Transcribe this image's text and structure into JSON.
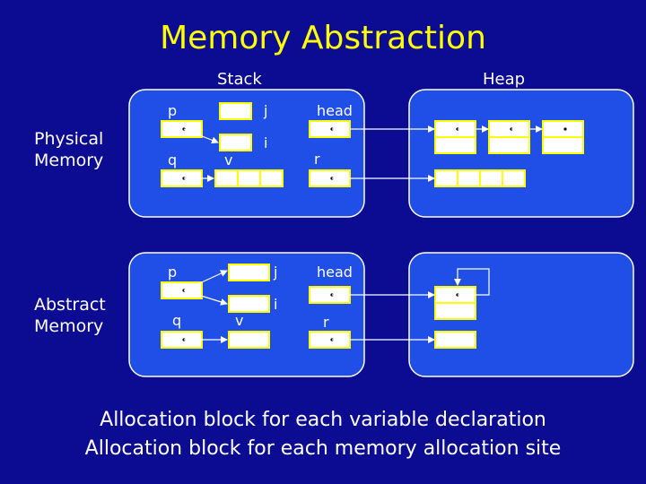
{
  "title": "Memory Abstraction",
  "stack_label": "Stack",
  "heap_label": "Heap",
  "rows": {
    "physical": [
      "Physical",
      "Memory"
    ],
    "abstract": [
      "Abstract",
      "Memory"
    ]
  },
  "variables": {
    "p": "p",
    "q": "q",
    "j": "j",
    "i": "i",
    "v": "v",
    "head": "head",
    "r": "r"
  },
  "footer": [
    "Allocation block for each variable declaration",
    "Allocation block for each memory allocation site"
  ],
  "colors": {
    "background": "#0c0c92",
    "panel": "#1f4fe6",
    "title": "#ffff00",
    "box_border": "#ffff00",
    "box_fill": "#ffffff",
    "arrow": "#ffffff"
  }
}
